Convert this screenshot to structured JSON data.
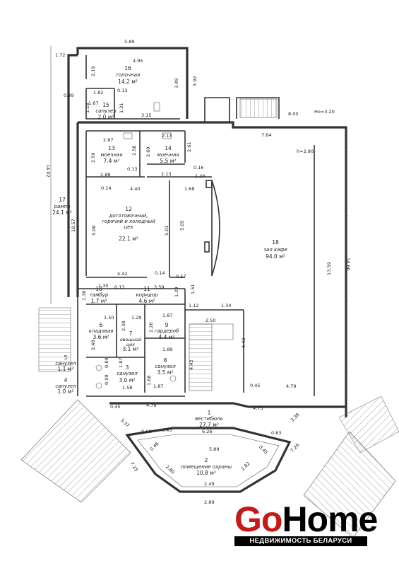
{
  "plan": {
    "ceiling_heights": {
      "ho": "Ho=3.20",
      "h": "h=2.90"
    },
    "rooms": [
      {
        "no": "16",
        "name": "топочная",
        "area": "14.2 м²"
      },
      {
        "no": "15",
        "name": "санузел",
        "area": "2.0 м²"
      },
      {
        "no": "13",
        "name": "моечная",
        "area": "7.4 м²"
      },
      {
        "no": "14",
        "name": "моечная",
        "area": "5.5 м²"
      },
      {
        "no": "12",
        "name": "доготовочный, горячий и холодный цех",
        "area": "22.1 м²"
      },
      {
        "no": "17",
        "name": "рампа",
        "area": "24.1 м²"
      },
      {
        "no": "18",
        "name": "зал кафе",
        "area": "94.0 м²"
      },
      {
        "no": "10",
        "name": "тамбур",
        "area": "1.7 м²"
      },
      {
        "no": "11",
        "name": "коридор",
        "area": "4.6 м²"
      },
      {
        "no": "6",
        "name": "кладовая",
        "area": "3.6 м²"
      },
      {
        "no": "7",
        "name": "овощной цех",
        "area": "3.1 м²"
      },
      {
        "no": "9",
        "name": "гардероб",
        "area": "4.4 м²"
      },
      {
        "no": "8",
        "name": "санузел",
        "area": "3.5 м²"
      },
      {
        "no": "5",
        "name": "санузел",
        "area": "1.1 м²"
      },
      {
        "no": "4",
        "name": "санузел",
        "area": "1.0 м²"
      },
      {
        "no": "3",
        "name": "санузел",
        "area": "3.0 м²"
      },
      {
        "no": "1",
        "name": "вестибюль",
        "area": "27.7 м²"
      },
      {
        "no": "2",
        "name": "помещение охраны",
        "area": "10.8 м²"
      }
    ],
    "dimensions": [
      "5.89",
      "1.72",
      "4.95",
      "2.19",
      "3.49",
      "3.92",
      "0.49",
      "1.82",
      "0.13",
      "1.67",
      "1.18",
      "1.31",
      "3.15",
      "8.00",
      "2.87",
      "2.13",
      "2.58",
      "2.60",
      "2.61",
      "2.59",
      "0.13",
      "2.88",
      "2.13",
      "0.16",
      "1.40",
      "7.64",
      "0.14",
      "4.40",
      "1.68",
      "5.00",
      "5.01",
      "5.05",
      "18.57",
      "14.02",
      "13.59",
      "14.60",
      "4.42",
      "0.14",
      "0.57",
      "1.30",
      "0.13",
      "3.59",
      "1.51",
      "1.30",
      "1.29",
      "1.12",
      "1.34",
      "1.50",
      "1.29",
      "1.87",
      "2.50",
      "2.38",
      "2.26",
      "2.40",
      "4.42",
      "1.89",
      "0.89",
      "1.87",
      "0.90",
      "1.58",
      "1.68",
      "1.87",
      "4.42",
      "0.45",
      "4.79",
      "4.79",
      "0.45",
      "4.75",
      "3.37",
      "3.38",
      "0.66",
      "0.43",
      "6.26",
      "0.63",
      "7.26",
      "0.46",
      "5.89",
      "0.45",
      "7.25",
      "2.80",
      "2.82",
      "2.49",
      "2.89"
    ]
  },
  "brand": {
    "logo_go": "Go",
    "logo_home": "Home",
    "tagline": "НЕДВИЖИМОСТЬ БЕЛАРУСИ",
    "colors": {
      "go": "#c41a1a",
      "home": "#000000",
      "tag_bg": "#000000"
    }
  }
}
